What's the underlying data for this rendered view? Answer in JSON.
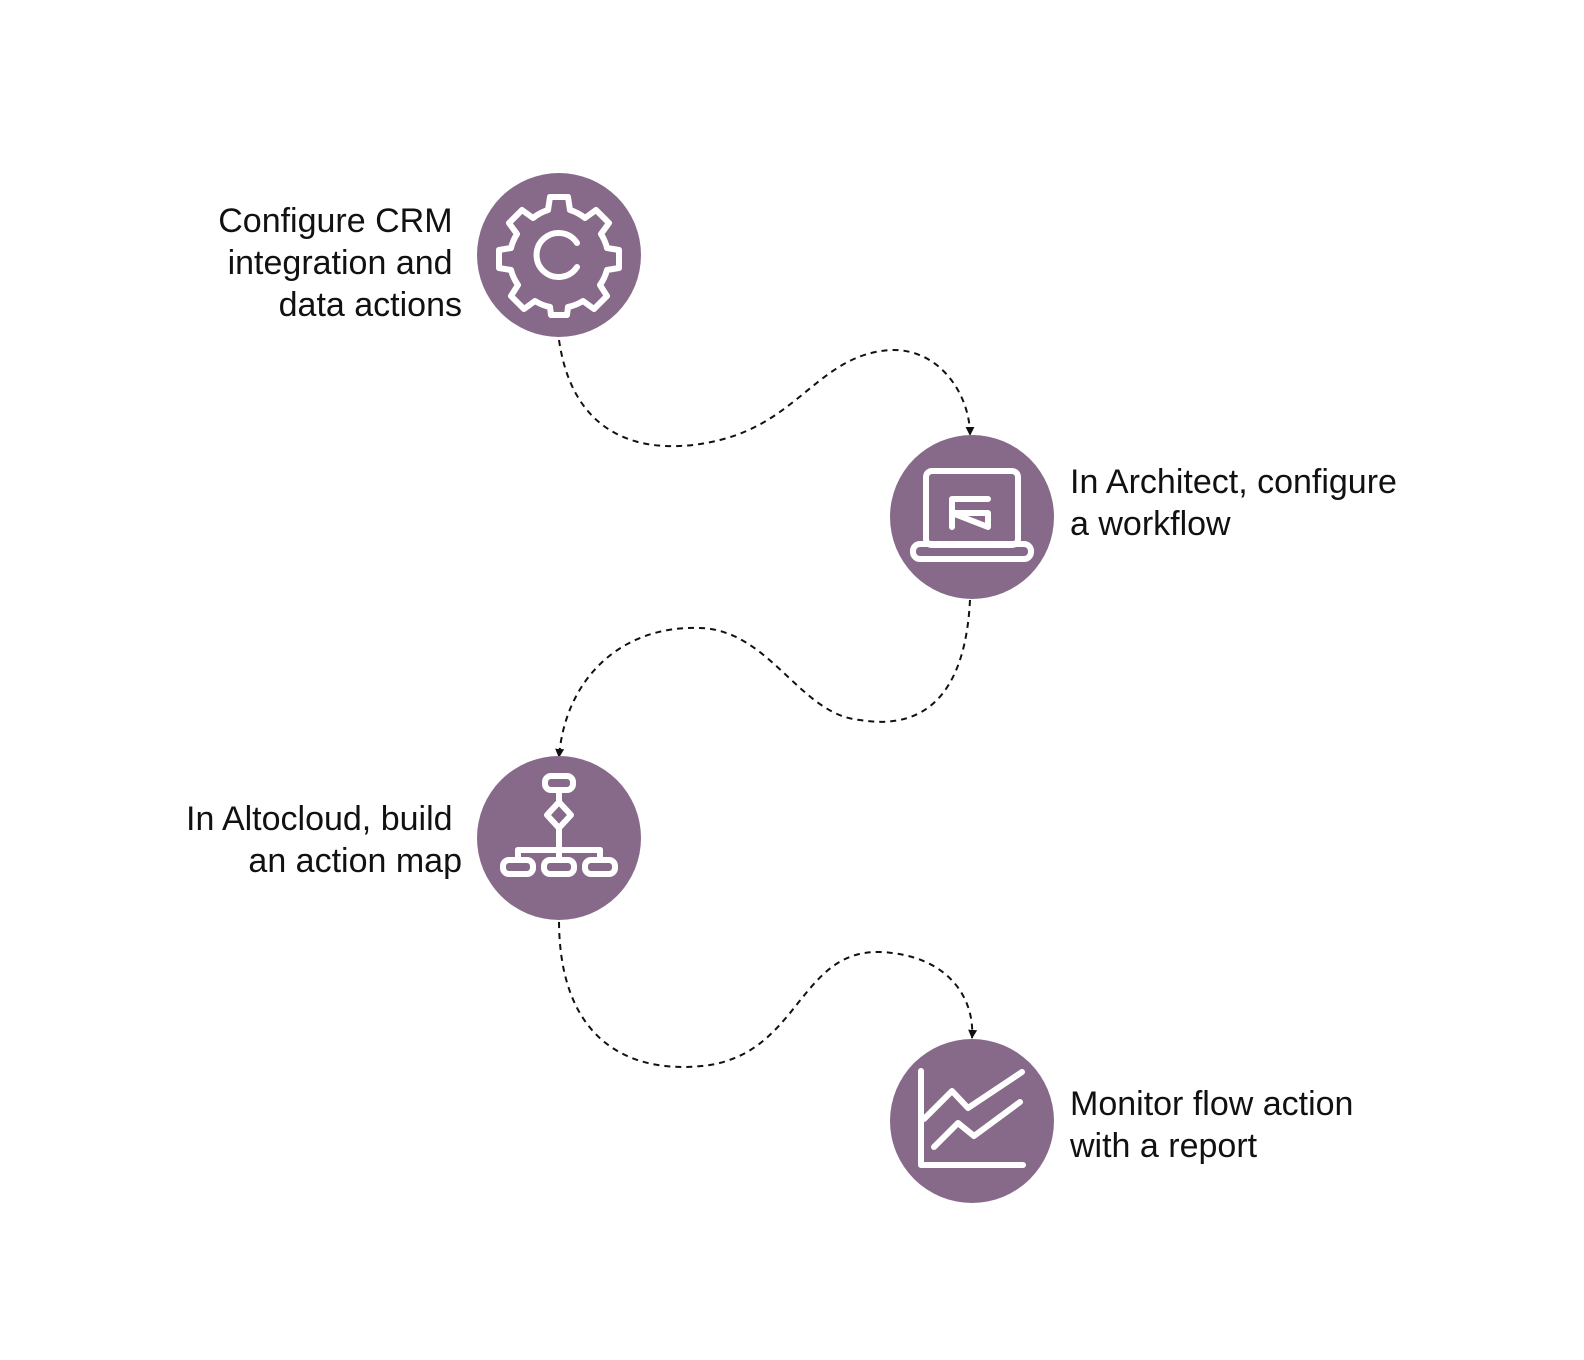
{
  "diagram": {
    "type": "process-flow",
    "accent_color": "#876a8a",
    "icon_color": "#ffffff",
    "connector_color": "#111111",
    "connector_style": "dashed-arrow",
    "steps": [
      {
        "icon": "gear-icon",
        "label_lines": [
          "Configure CRM",
          "integration and",
          "data actions"
        ]
      },
      {
        "icon": "laptop-icon",
        "label_lines": [
          "In Architect, configure",
          "a workflow"
        ]
      },
      {
        "icon": "flowchart-icon",
        "label_lines": [
          "In Altocloud, build",
          "an action map"
        ]
      },
      {
        "icon": "line-chart-icon",
        "label_lines": [
          "Monitor flow action",
          "with a report"
        ]
      }
    ]
  }
}
